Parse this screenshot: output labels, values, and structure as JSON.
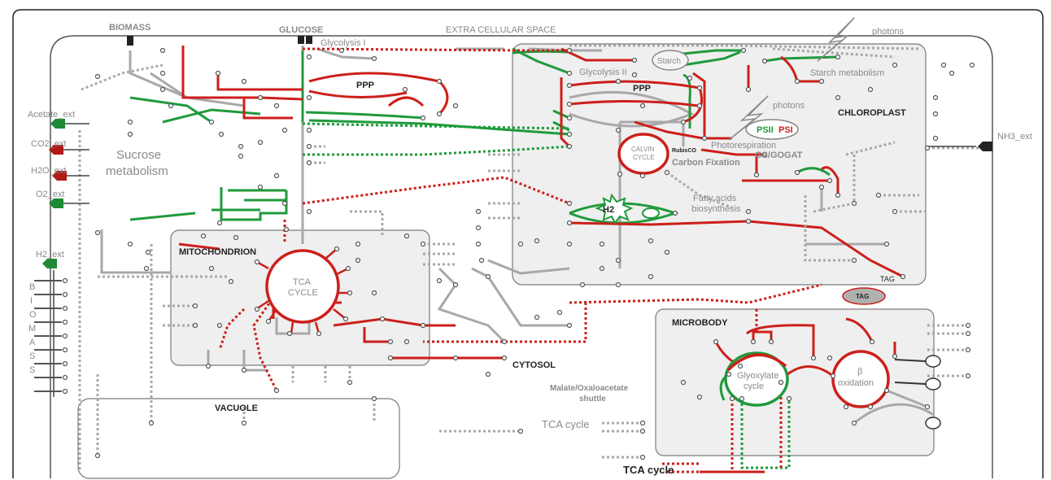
{
  "labels": {
    "biomass_top": "BIOMASS",
    "glucose": "GLUCOSE",
    "glycolysis1": "Glycolysis I",
    "extracellular": "EXTRA CELLULAR SPACE",
    "photons_top": "photons",
    "starch": "Starch",
    "glycolysis2": "Glycolysis II",
    "ppp_cyto": "PPP",
    "ppp_chloro": "PPP",
    "starch_metabolism": "Starch metabolism",
    "photons_mid": "photons",
    "chloroplast": "CHLOROPLAST",
    "psii": "PSII",
    "psi": "PSI",
    "nh3_ext": "NH3_ext",
    "calvin_l1": "CALVIN",
    "calvin_l2": "CYCLE",
    "rubisco": "RubisCO",
    "photorespiration": "Photorespiration",
    "carbon_fixation": "Carbon Fixation",
    "gs_gogat": "GS/GOGAT",
    "h2_chloro": "H2",
    "fatty_l1": "Fatty acids",
    "fatty_l2": "biosynthesis",
    "acetate_ext": "Acetate_ext",
    "co2_ext": "CO2_ext",
    "h2o_ext": "H2O_ext",
    "o2_ext": "O2_ext",
    "h2_ext": "H2_ext",
    "sucrose_l1": "Sucrose",
    "sucrose_l2": "metabolism",
    "mitochondrion": "MITOCHONDRION",
    "tca_l1": "TCA",
    "tca_l2": "CYCLE",
    "tag_label": "TAG",
    "tag_box": "TAG",
    "microbody": "MICROBODY",
    "cytosol": "CYTOSOL",
    "vacuole": "VACUOLE",
    "malate_l1": "Malate/Oxaloacetate",
    "malate_l2": "shuttle",
    "glyox_l1": "Glyoxylate",
    "glyox_l2": "cycle",
    "beta_l1": "β",
    "beta_l2": "oxidation",
    "tca_cycle_1": "TCA cycle",
    "tca_cycle_2": "TCA cycle",
    "biomass_letters": [
      "B",
      "I",
      "O",
      "M",
      "A",
      "S",
      "S"
    ]
  },
  "colors": {
    "red": "#cc1f1a",
    "green": "#1f9a3c",
    "grey": "#a8a8a8",
    "compartment_fill": "#efefef",
    "compartment_stroke": "#7a7a7a",
    "tag_fill": "#b0b0b0"
  }
}
